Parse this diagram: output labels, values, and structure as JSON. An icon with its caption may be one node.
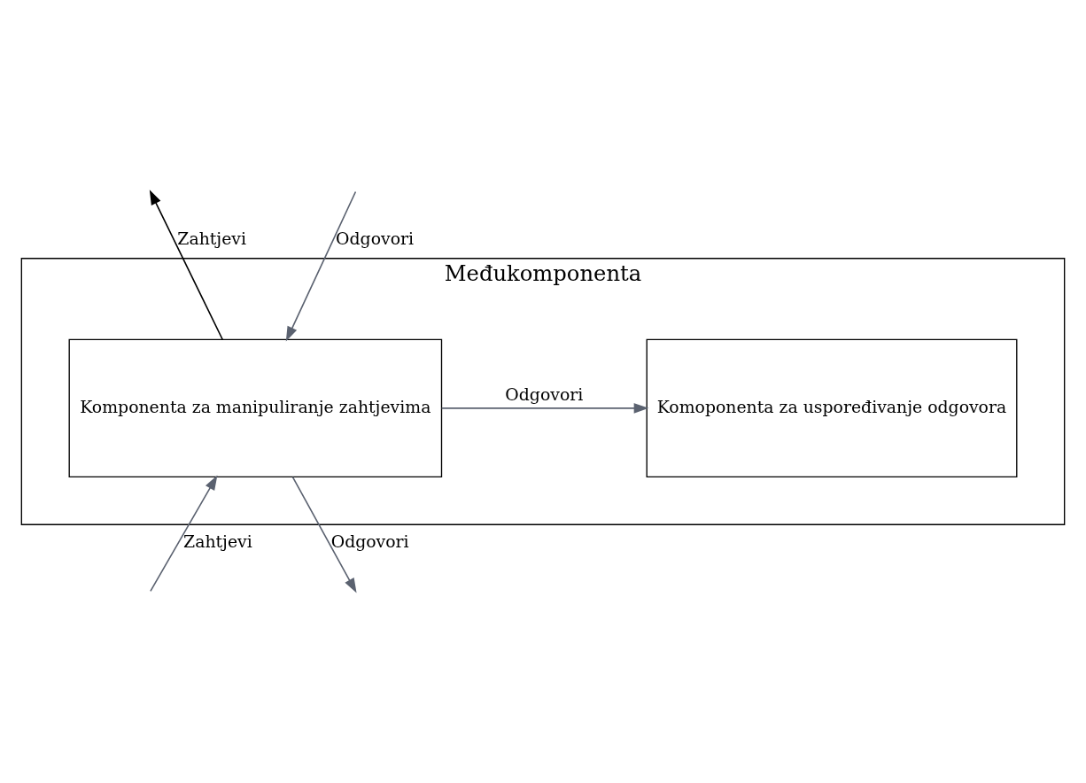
{
  "diagram": {
    "nodes": [
      {
        "text": [
          "Međukomponenta"
        ]
      },
      {
        "text": [
          "Komponenta za manipuliranje zahtjevima"
        ],
        "in": 0
      },
      {
        "text": [
          "Komoponenta za uspoređivanje odgovora"
        ],
        "in": 0
      }
    ],
    "edges": [
      {
        "from": 1,
        "to": null,
        "arrow": "to",
        "label": "Zahtjevi",
        "color": "#000000"
      },
      {
        "from": null,
        "to": 1,
        "arrow": "to",
        "label": "Odgovori"
      },
      {
        "from": 1,
        "to": 2,
        "arrow": "to",
        "label": "Odgovori"
      },
      {
        "from": null,
        "to": 1,
        "arrow": "to",
        "label": "Zahtjevi"
      },
      {
        "from": 1,
        "to": null,
        "arrow": "to",
        "label": "Odgovori"
      }
    ]
  }
}
